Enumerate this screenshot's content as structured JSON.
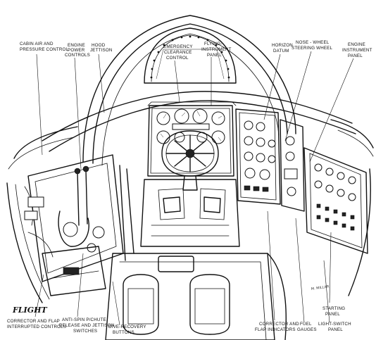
{
  "labels": {
    "cabin_air": [
      "CABIN AIR AND",
      "PRESSURE CONTROL"
    ],
    "engine_power": [
      "ENGINE",
      "POWER",
      "CONTROLS"
    ],
    "hood_jettison": [
      "HOOD",
      "JETTISON"
    ],
    "emergency_clearance": [
      "EMERGENCY",
      "CLEARANCE",
      "CONTROL"
    ],
    "flying_instrument": [
      "FLYING-",
      "INSTRUMENT",
      "PANEL"
    ],
    "horizon_datum": [
      "HORIZON",
      "DATUM"
    ],
    "nose_wheel": [
      "NOSE - WHEEL",
      "STEERING WHEEL"
    ],
    "engine_instrument": [
      "ENGINE",
      "INSTRUMENT",
      "PANEL"
    ],
    "corrector_flap_interrupted": [
      "CORRECTOR AND FLAP",
      "INTERRUPTED CONTROLS"
    ],
    "anti_spin": [
      "ANTI-SPIN P/CHUTE",
      "RELEASE AND JETTISON",
      "SWITCHES"
    ],
    "dive_recovery": [
      "DIVE-RECOVERY",
      "BUTTONS"
    ],
    "corrector_flap_indicators": [
      "CORRECTOR AND",
      "FLAP INDICATORS"
    ],
    "fuel_gauges": [
      "FUEL",
      "GAUGES"
    ],
    "starting_panel": [
      "STARTING",
      "PANEL"
    ],
    "light_switch": [
      "LIGHT-SWITCH",
      "PANEL"
    ]
  },
  "logo": "FLIGHT",
  "signature": "M. MILLAR"
}
